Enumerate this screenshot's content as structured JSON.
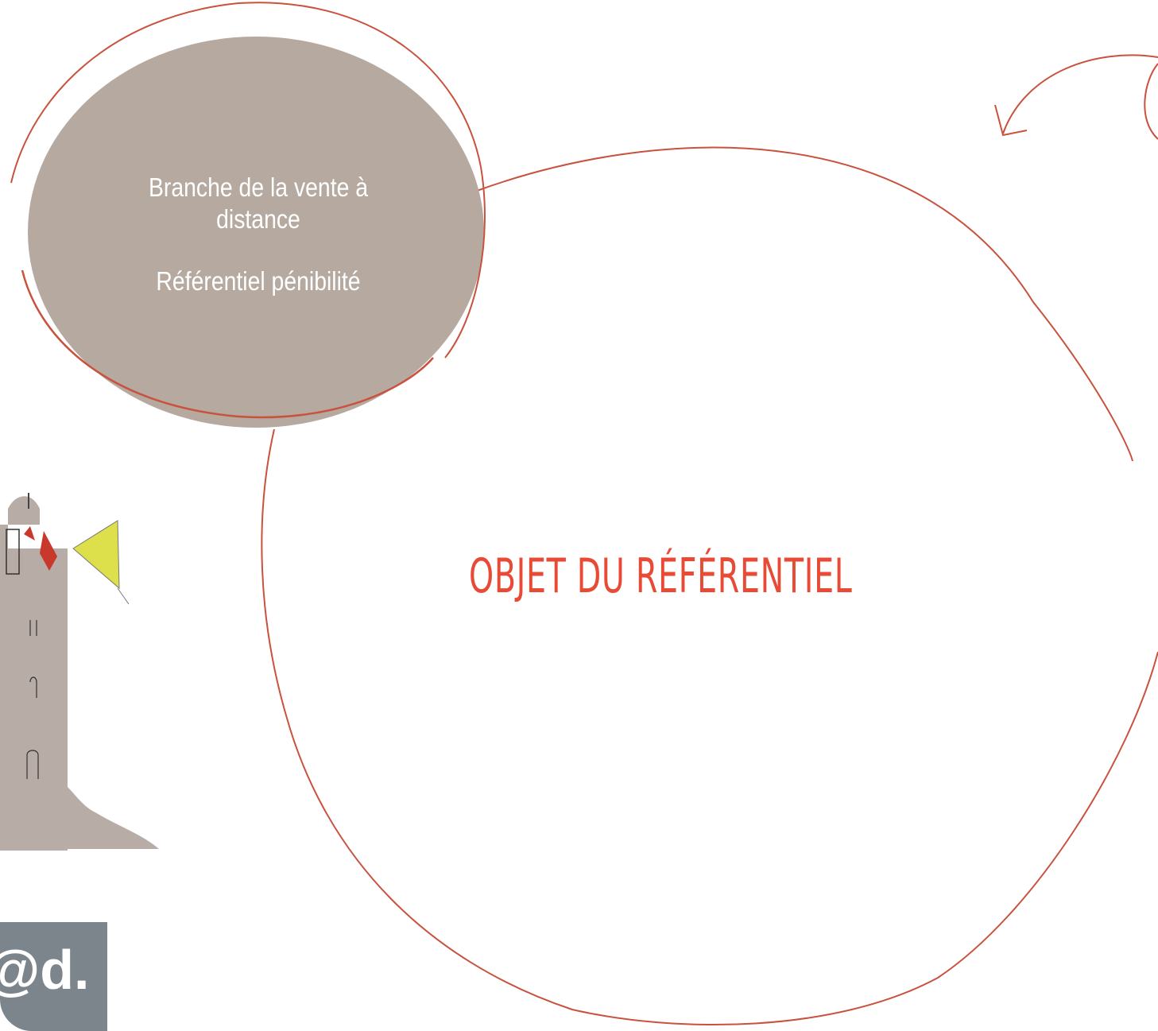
{
  "header": {
    "branch_line1": "Branche de la vente à",
    "branch_line2": "distance",
    "subtitle": "Référentiel pénibilité"
  },
  "main": {
    "title": "OBJET DU RÉFÉRENTIEL"
  },
  "logo": {
    "text": "@d."
  },
  "colors": {
    "accent": "#e84a35",
    "circle_fill": "#b5a9a0",
    "line": "#c9523f",
    "lighthouse": "#b8aca6",
    "beam": "#dde04a",
    "logo_bg": "#7d858c",
    "logo_orange": "#f39a2a"
  }
}
